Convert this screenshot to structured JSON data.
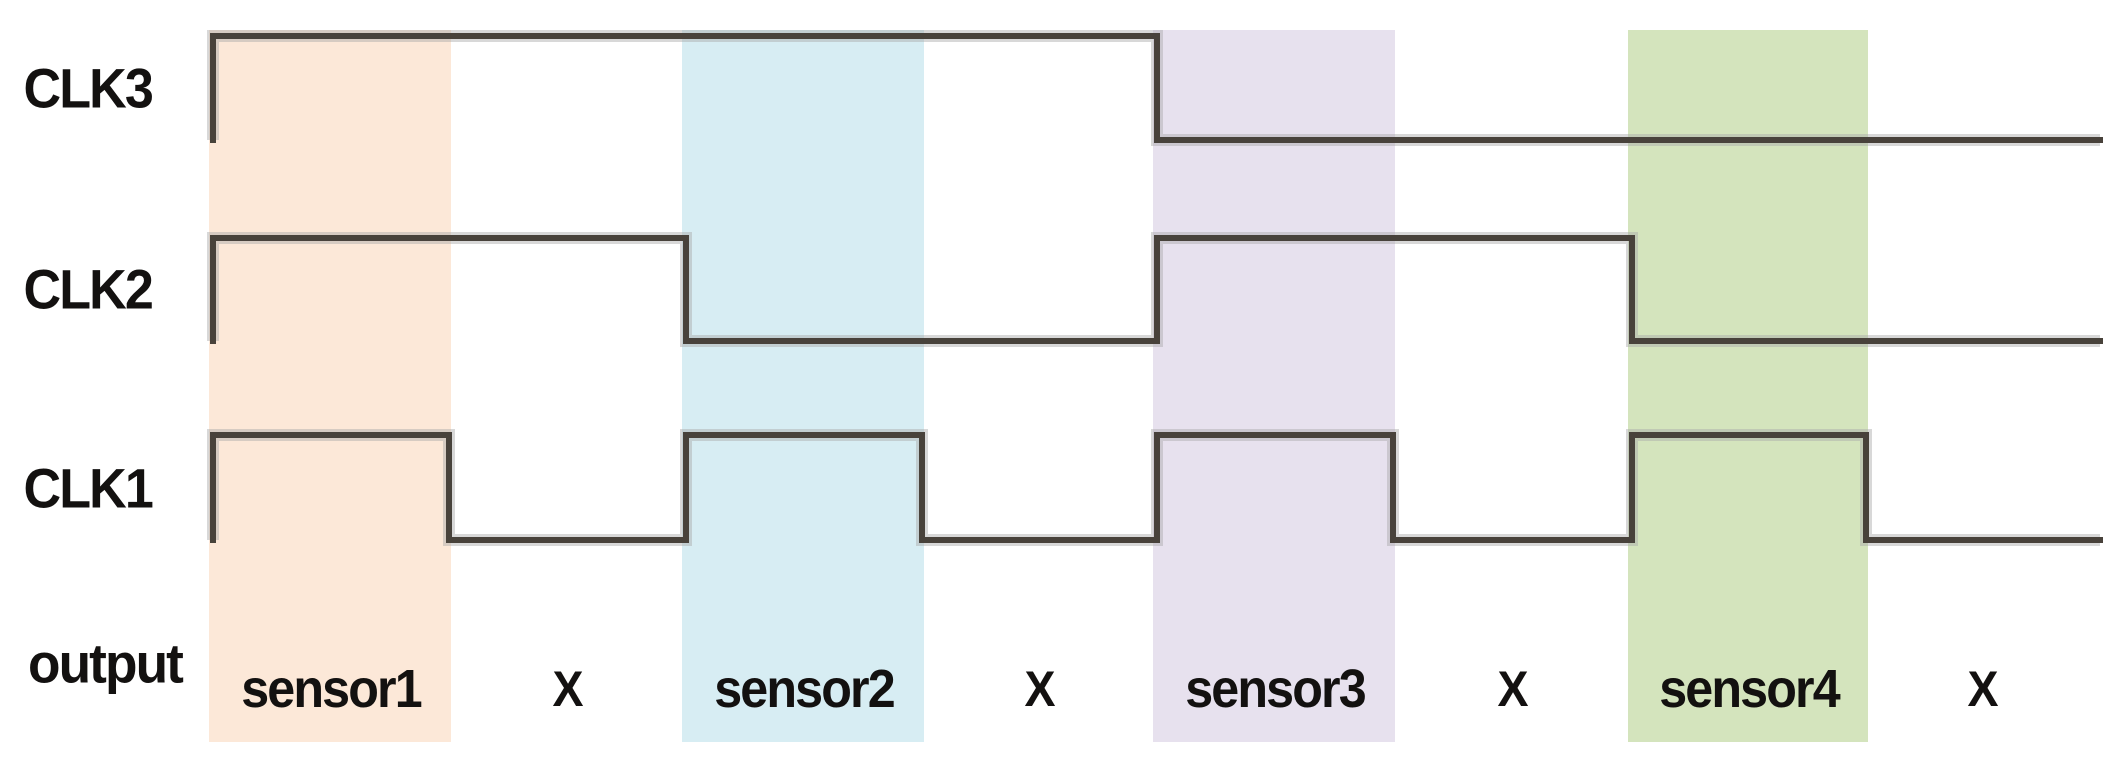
{
  "waveform": {
    "signals": [
      {
        "label": "CLK3",
        "levels": [
          1,
          1,
          1,
          1,
          0,
          0,
          0,
          0
        ]
      },
      {
        "label": "CLK2",
        "levels": [
          1,
          1,
          0,
          0,
          1,
          1,
          0,
          0
        ]
      },
      {
        "label": "CLK1",
        "levels": [
          1,
          0,
          1,
          0,
          1,
          0,
          1,
          0
        ]
      }
    ],
    "output": {
      "label": "output",
      "phases": [
        "sensor1",
        "X",
        "sensor2",
        "X",
        "sensor3",
        "X",
        "sensor4",
        "X"
      ]
    },
    "bands": [
      {
        "phase": 0,
        "sensor": "sensor1",
        "color": "#fce8d8"
      },
      {
        "phase": 2,
        "sensor": "sensor2",
        "color": "#d7edf3"
      },
      {
        "phase": 4,
        "sensor": "sensor3",
        "color": "#e7e1ee"
      },
      {
        "phase": 6,
        "sensor": "sensor4",
        "color": "#d4e4bd"
      }
    ],
    "colors": {
      "line": "#48423b",
      "line_halo": "#a8a8a8",
      "text": "#131110",
      "background": "#ffffff"
    }
  }
}
